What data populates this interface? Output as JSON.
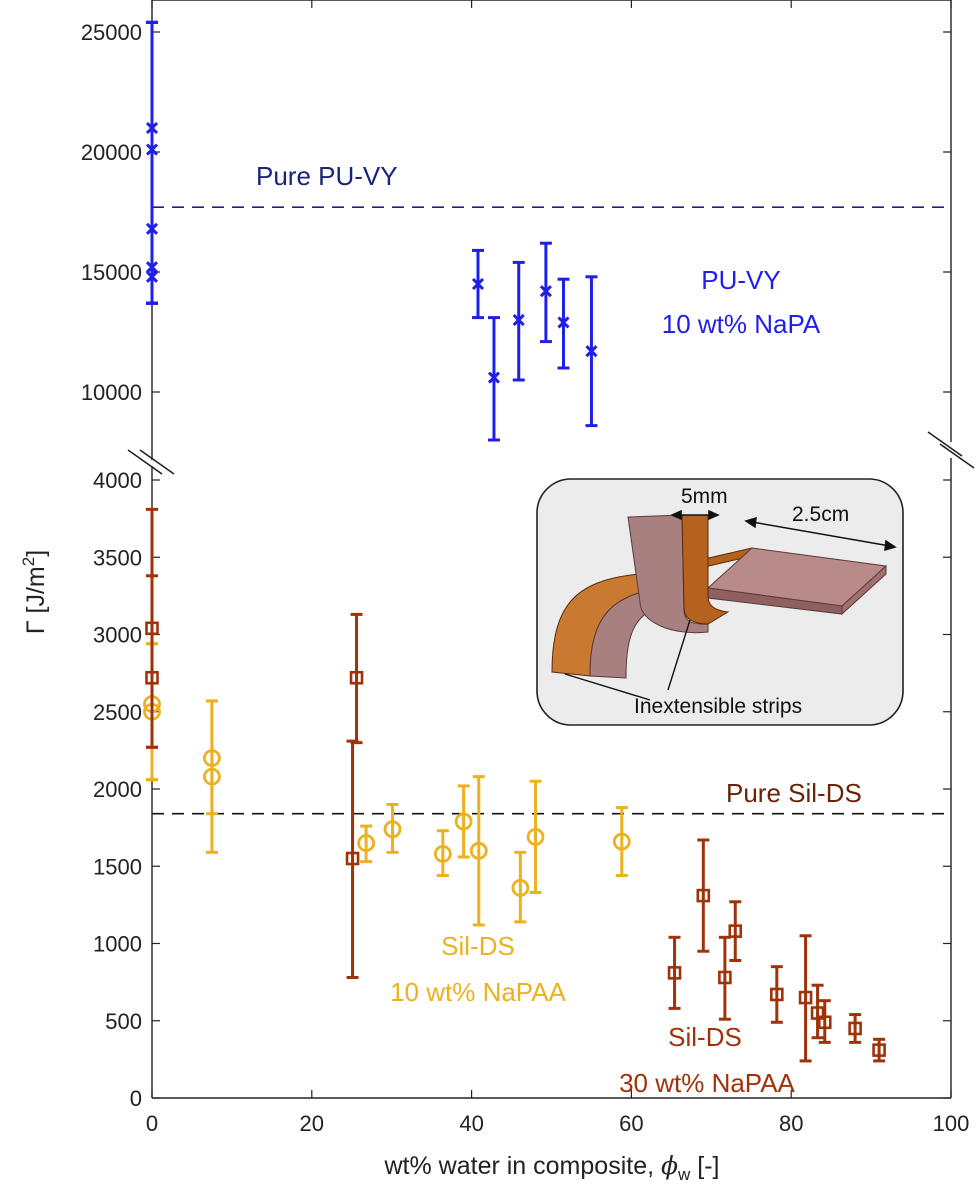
{
  "chart_data": {
    "type": "scatter",
    "xlabel": "wt% water in composite, ",
    "xlabel_symbol": "ϕ",
    "xlabel_sub": "w",
    "xlabel_tail": " [-]",
    "ylabel": "Γ [J/m",
    "ylabel_sup": "2",
    "ylabel_tail": "]",
    "xlim": [
      0,
      100
    ],
    "ylim_upper": [
      8000,
      26000
    ],
    "ylim_lower": [
      0,
      4000
    ],
    "xticks": [
      "0",
      "20",
      "40",
      "60",
      "80",
      "100"
    ],
    "yticks_upper": [
      "10000",
      "15000",
      "20000",
      "25000"
    ],
    "yticks_lower": [
      "0",
      "500",
      "1000",
      "1500",
      "2000",
      "2500",
      "3000",
      "3500",
      "4000"
    ],
    "axis_break": true,
    "reference_lines": [
      {
        "label": "Pure PU-VY",
        "y": 17700,
        "panel": "upper",
        "color": "#1a237e"
      },
      {
        "label": "Pure Sil-DS",
        "y": 1840,
        "panel": "lower",
        "color": "#6b2308"
      }
    ],
    "series": [
      {
        "panel": "upper",
        "marker": "x",
        "color": "#1f1fe8",
        "label_lines": [
          "PU-VY",
          "10 wt% NaPA"
        ],
        "points": [
          {
            "x": 0,
            "y": 21000,
            "lo": 13700,
            "hi": 25400
          },
          {
            "x": 0,
            "y": 20100,
            "lo": 13700,
            "hi": 25400
          },
          {
            "x": 0,
            "y": 16800,
            "lo": 13700,
            "hi": 25400
          },
          {
            "x": 0,
            "y": 15200,
            "lo": 13700,
            "hi": 25400
          },
          {
            "x": 0,
            "y": 14800,
            "lo": 13700,
            "hi": 25400
          },
          {
            "x": 40.8,
            "y": 14500,
            "lo": 13100,
            "hi": 15900
          },
          {
            "x": 42.8,
            "y": 10600,
            "lo": 8000,
            "hi": 13100
          },
          {
            "x": 45.9,
            "y": 13000,
            "lo": 10500,
            "hi": 15400
          },
          {
            "x": 49.3,
            "y": 14200,
            "lo": 12100,
            "hi": 16200
          },
          {
            "x": 51.5,
            "y": 12900,
            "lo": 11000,
            "hi": 14700
          },
          {
            "x": 55.0,
            "y": 11700,
            "lo": 8600,
            "hi": 14800
          }
        ]
      },
      {
        "panel": "lower",
        "marker": "o",
        "color": "#edb120",
        "label_lines": [
          "Sil-DS",
          "10 wt% NaPAA"
        ],
        "points": [
          {
            "x": 0,
            "y": 2550,
            "lo": 2060,
            "hi": 2940
          },
          {
            "x": 0,
            "y": 2500,
            "lo": 2060,
            "hi": 2940
          },
          {
            "x": 7.5,
            "y": 2200,
            "lo": 1840,
            "hi": 2570
          },
          {
            "x": 7.5,
            "y": 2080,
            "lo": 1590,
            "hi": 2570
          },
          {
            "x": 26.8,
            "y": 1650,
            "lo": 1530,
            "hi": 1760
          },
          {
            "x": 30.1,
            "y": 1740,
            "lo": 1590,
            "hi": 1900
          },
          {
            "x": 36.4,
            "y": 1580,
            "lo": 1440,
            "hi": 1730
          },
          {
            "x": 39.0,
            "y": 1790,
            "lo": 1560,
            "hi": 2020
          },
          {
            "x": 40.9,
            "y": 1600,
            "lo": 1120,
            "hi": 2080
          },
          {
            "x": 46.1,
            "y": 1360,
            "lo": 1140,
            "hi": 1590
          },
          {
            "x": 48.0,
            "y": 1690,
            "lo": 1330,
            "hi": 2050
          },
          {
            "x": 58.8,
            "y": 1660,
            "lo": 1440,
            "hi": 1880
          }
        ]
      },
      {
        "panel": "lower",
        "marker": "s",
        "color": "#a0320a",
        "label_lines": [
          "Sil-DS",
          "30 wt% NaPAA"
        ],
        "points": [
          {
            "x": 0,
            "y": 3040,
            "lo": 2270,
            "hi": 3810
          },
          {
            "x": 0,
            "y": 2720,
            "lo": 2270,
            "hi": 3380
          },
          {
            "x": 25.1,
            "y": 1550,
            "lo": 780,
            "hi": 2310
          },
          {
            "x": 25.6,
            "y": 2720,
            "lo": 2300,
            "hi": 3130
          },
          {
            "x": 65.4,
            "y": 810,
            "lo": 580,
            "hi": 1040
          },
          {
            "x": 69.0,
            "y": 1310,
            "lo": 950,
            "hi": 1670
          },
          {
            "x": 71.7,
            "y": 780,
            "lo": 510,
            "hi": 1040
          },
          {
            "x": 73.0,
            "y": 1080,
            "lo": 890,
            "hi": 1270
          },
          {
            "x": 78.2,
            "y": 670,
            "lo": 490,
            "hi": 850
          },
          {
            "x": 81.8,
            "y": 650,
            "lo": 240,
            "hi": 1050
          },
          {
            "x": 83.3,
            "y": 550,
            "lo": 390,
            "hi": 730
          },
          {
            "x": 84.2,
            "y": 490,
            "lo": 360,
            "hi": 630
          },
          {
            "x": 88.0,
            "y": 450,
            "lo": 360,
            "hi": 540
          },
          {
            "x": 91.0,
            "y": 310,
            "lo": 240,
            "hi": 380
          }
        ]
      }
    ]
  },
  "inset": {
    "label_width": "5mm",
    "label_length": "2.5cm",
    "label_strips": "Inextensible strips"
  }
}
